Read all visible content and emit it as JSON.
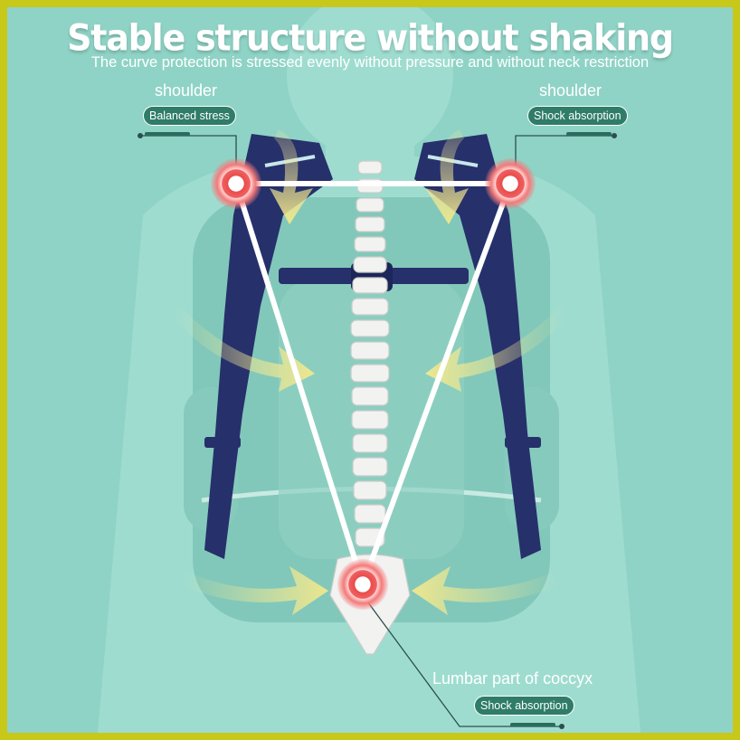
{
  "header": {
    "title": "Stable structure without shaking",
    "subtitle": "The curve protection is stressed evenly without pressure and without neck restriction"
  },
  "callouts": {
    "left_shoulder": {
      "label": "shoulder",
      "tag": "Balanced stress"
    },
    "right_shoulder": {
      "label": "shoulder",
      "tag": "Shock absorption"
    },
    "coccyx": {
      "label": "Lumbar part of coccyx",
      "tag": "Shock absorption"
    }
  },
  "icons": [
    "pressure-point-icon",
    "force-arrow-icon",
    "spine-icon",
    "backpack-icon"
  ],
  "colors": {
    "background": "#8fd3c6",
    "border": "#c8c81a",
    "strap": "#26306b",
    "pressure_point": "#f26a6a",
    "arrow": "#f3e89a",
    "pill": "#2f7c68"
  }
}
